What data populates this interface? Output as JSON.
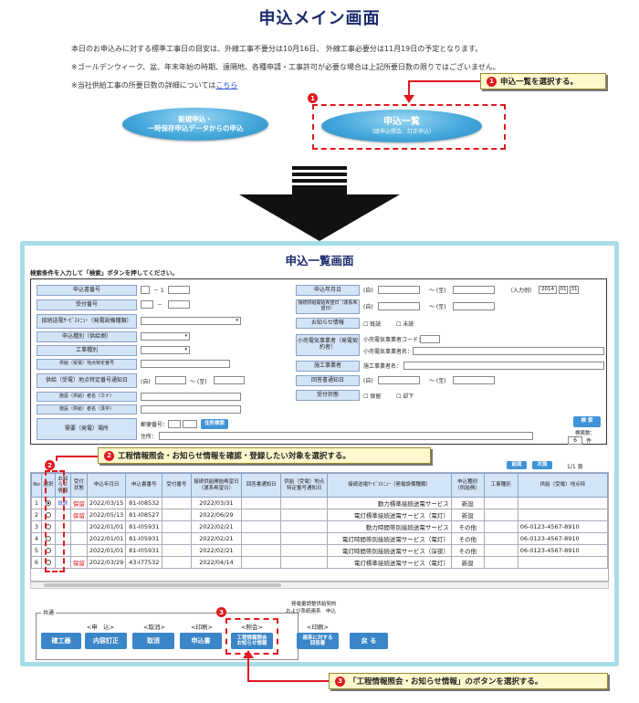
{
  "top": {
    "title": "申込メイン画面",
    "notice1": "本日のお申込みに対する標準工事日の目安は、外線工事不要分は10月16日、 外線工事必要分は11月19日の予定となります。",
    "notice2": "※ゴールデンウィーク、盆、年末年始の時期、遠隔地、各種申請・工事許可が必要な場合は上記所要日数の限りではございません。",
    "notice3_pre": "※当社供給工事の所要日数の詳細については",
    "notice3_link": "こちら",
    "btn_new_line1": "新規申込・",
    "btn_new_line2": "一時保存申込データからの申込",
    "btn_list_main": "申込一覧",
    "btn_list_sub": "（既申込照会、訂正申込）",
    "callout1_num": "1",
    "callout1_text": "申込一覧を選択する。",
    "marker1": "1"
  },
  "screen": {
    "title": "申込一覧画面",
    "hint": "検索条件を入力して「検索」ボタンを押してください。",
    "labels": {
      "app_no": "申込書番号",
      "receipt_no": "受付番号",
      "service": "接続送電ｻｰﾋﾞｽﾒﾆｭｰ（発電設備種類）",
      "app_type": "申込種別（供給側）",
      "work_type": "工事種別",
      "supply_no": "供給（受電）地点特定番号",
      "point_no": "供給（受電）地点特定番号通知日",
      "kana": "施設（供給）者名（カナ）",
      "kanji": "施設（供給）者名（漢字）",
      "place": "需要（発電）場所",
      "app_date": "申込年月日",
      "start_date": "接続供給開始希望日（運系希望日）",
      "notice_info": "お知らせ情報",
      "retailer": "小売電気事業者（発電契約者）",
      "contractor": "施工事業者",
      "answer_date": "回答書通知日",
      "status": "受付状態"
    },
    "dash1": "－ 1",
    "dash2": "－",
    "from": "(自)",
    "to": "～ (至)",
    "example": "（入力例）",
    "ex_y": "2014",
    "ex_m": "01",
    "ex_d": "31",
    "read": "既読",
    "unread": "未読",
    "retailer_code": "小売電気事業者コード：",
    "retailer_name": "小売電気事業者名：",
    "contractor_name": "施工事業者名：",
    "hold": "保留",
    "reject": "却下",
    "zip": "郵便番号：",
    "zip_btn": "住所検索",
    "address": "住所：",
    "search_btn": "検 索",
    "count_label": "検索数：",
    "count_value": "6",
    "count_unit": "件",
    "pager_prev": "前頁",
    "pager_next": "次頁",
    "pager_pos": "1/1 頁"
  },
  "callout2": {
    "num": "2",
    "text": "工程情報照会・お知らせ情報を確認・登録したい対象を選択する。"
  },
  "callout3": {
    "num": "3",
    "text": "「工程情報照会・お知らせ情報」のボタンを選択する。"
  },
  "marker2": "2",
  "marker3": "3",
  "table": {
    "headers": [
      "No",
      "選択",
      "お知らせ情報",
      "受付状態",
      "申込年月日",
      "申込書番号",
      "受付番号",
      "接続供給開始希望日（運系希望日）",
      "回答書通知日",
      "供給（受電）地点特定番号通知日",
      "接続送電ｻｰﾋﾞｽﾒﾆｭｰ（発電設備種類）",
      "申込種別（供給側）",
      "工事種別",
      "供給（受電）地点特"
    ],
    "rows": [
      {
        "no": "1",
        "sel": true,
        "info": "既読",
        "status": "保留",
        "date": "2022/03/15",
        "appno": "81-I08532",
        "recv": "",
        "start": "2022/03/31",
        "ans": "",
        "pt": "",
        "svc": "動力標準接続送電サービス",
        "atype": "新設",
        "wtype": "",
        "supply": ""
      },
      {
        "no": "2",
        "sel": false,
        "info": "",
        "status": "保留",
        "date": "2022/05/13",
        "appno": "81-I08527",
        "recv": "",
        "start": "2022/06/29",
        "ans": "",
        "pt": "",
        "svc": "電灯標準接続送電サービス（電灯）",
        "atype": "新設",
        "wtype": "",
        "supply": ""
      },
      {
        "no": "3",
        "sel": false,
        "info": "",
        "status": "",
        "date": "2022/01/01",
        "appno": "81-I05931",
        "recv": "",
        "start": "2022/02/21",
        "ans": "",
        "pt": "",
        "svc": "動力時間帯別接続送電サービス",
        "atype": "その他",
        "wtype": "",
        "supply": "06-0123-4567-8910"
      },
      {
        "no": "4",
        "sel": false,
        "info": "",
        "status": "",
        "date": "2022/01/01",
        "appno": "81-I05931",
        "recv": "",
        "start": "2022/02/21",
        "ans": "",
        "pt": "",
        "svc": "電灯時間帯別接続送電サービス（電灯）",
        "atype": "その他",
        "wtype": "",
        "supply": "06-0123-4567-8910"
      },
      {
        "no": "5",
        "sel": false,
        "info": "",
        "status": "",
        "date": "2022/01/01",
        "appno": "81-I05931",
        "recv": "",
        "start": "2022/02/21",
        "ans": "",
        "pt": "",
        "svc": "電灯時間帯別接続送電サービス（深夜）",
        "atype": "その他",
        "wtype": "",
        "supply": "06-0123-4567-8910"
      },
      {
        "no": "6",
        "sel": false,
        "info": "",
        "status": "保留",
        "date": "2022/03/29",
        "appno": "43-I77532",
        "recv": "",
        "start": "2022/04/14",
        "ans": "",
        "pt": "",
        "svc": "電灯標準接続送電サービス（電灯）",
        "atype": "新設",
        "wtype": "",
        "supply": ""
      }
    ]
  },
  "footer": {
    "common_label": "共通",
    "gen_label1": "発電量調整供給契約",
    "gen_label2": "および系統連系　申込",
    "cap_app": "<申　込>",
    "cap_cancel": "<取消>",
    "cap_print": "<印刷>",
    "cap_ref": "<照会>",
    "cap_print2": "<印刷>",
    "btn_confirm": "確工器",
    "btn_fix": "内容訂正",
    "btn_cancel": "取消",
    "btn_print": "申込書",
    "btn_ref_l1": "工程情報照会",
    "btn_ref_l2": "お知らせ情報",
    "btn_gen_l1": "連系に対する",
    "btn_gen_l2": "回答書",
    "btn_back": "戻 る"
  }
}
